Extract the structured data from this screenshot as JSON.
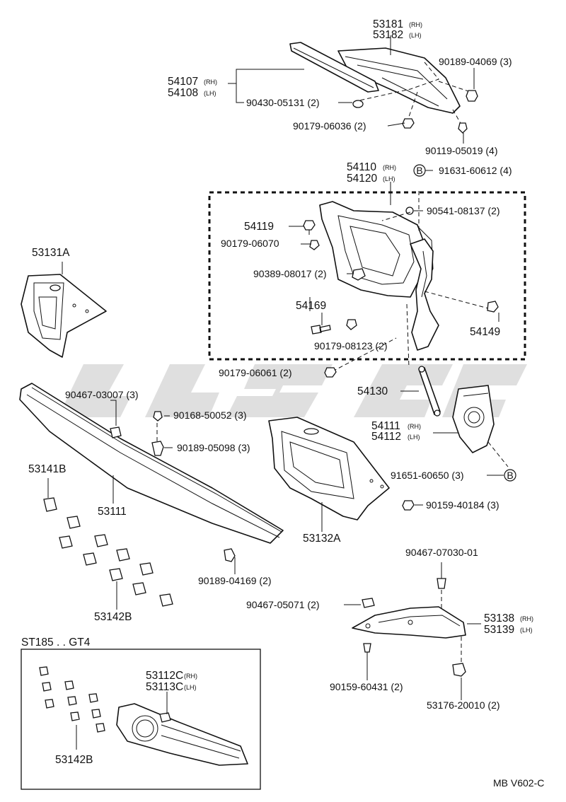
{
  "diagram": {
    "code": "MB V602-C",
    "inset_title": "ST185 . . GT4",
    "watermark_text": "",
    "labels": {
      "l53181": "53181",
      "l53181s": "(RH)",
      "l53182": "53182",
      "l53182s": "(LH)",
      "l54107": "54107",
      "l54107s": "(RH)",
      "l54108": "54108",
      "l54108s": "(LH)",
      "l90430": "90430-05131 (2)",
      "l90189a": "90189-04069 (3)",
      "l90179a": "90179-06036 (2)",
      "l90119": "90119-05019 (4)",
      "l54110": "54110",
      "l54110s": "(RH)",
      "l54120": "54120",
      "l54120s": "(LH)",
      "l91631": "91631-60612 (4)",
      "l54119": "54119",
      "l90541": "90541-08137 (2)",
      "l90179b": "90179-06070",
      "l90389": "90389-08017 (2)",
      "l54169": "54169",
      "l54149": "54149",
      "l90179c": "90179-08123 (2)",
      "l90179d": "90179-06061 (2)",
      "l53131a": "53131A",
      "l90467a": "90467-03007 (3)",
      "l90168": "90168-50052 (3)",
      "l90189b": "90189-05098 (3)",
      "l54130": "54130",
      "l54111": "54111",
      "l54111s": "(RH)",
      "l54112": "54112",
      "l54112s": "(LH)",
      "l53141b": "53141B",
      "l91651": "91651-60650 (3)",
      "l53111": "53111",
      "l90159a": "90159-40184 (3)",
      "l53132a": "53132A",
      "l90467b": "90467-07030-01",
      "l90189c": "90189-04169 (2)",
      "l53142b": "53142B",
      "l90467c": "90467-05071 (2)",
      "l53138": "53138",
      "l53138s": "(RH)",
      "l53139": "53139",
      "l53139s": "(LH)",
      "l90159b": "90159-60431 (2)",
      "l53176": "53176-20010 (2)",
      "l53112c": "53112C",
      "l53112cs": "(RH)",
      "l53113c": "53113C",
      "l53113cs": "(LH)",
      "l53142b2": "53142B",
      "callout_b1": "B",
      "callout_b2": "B"
    }
  }
}
